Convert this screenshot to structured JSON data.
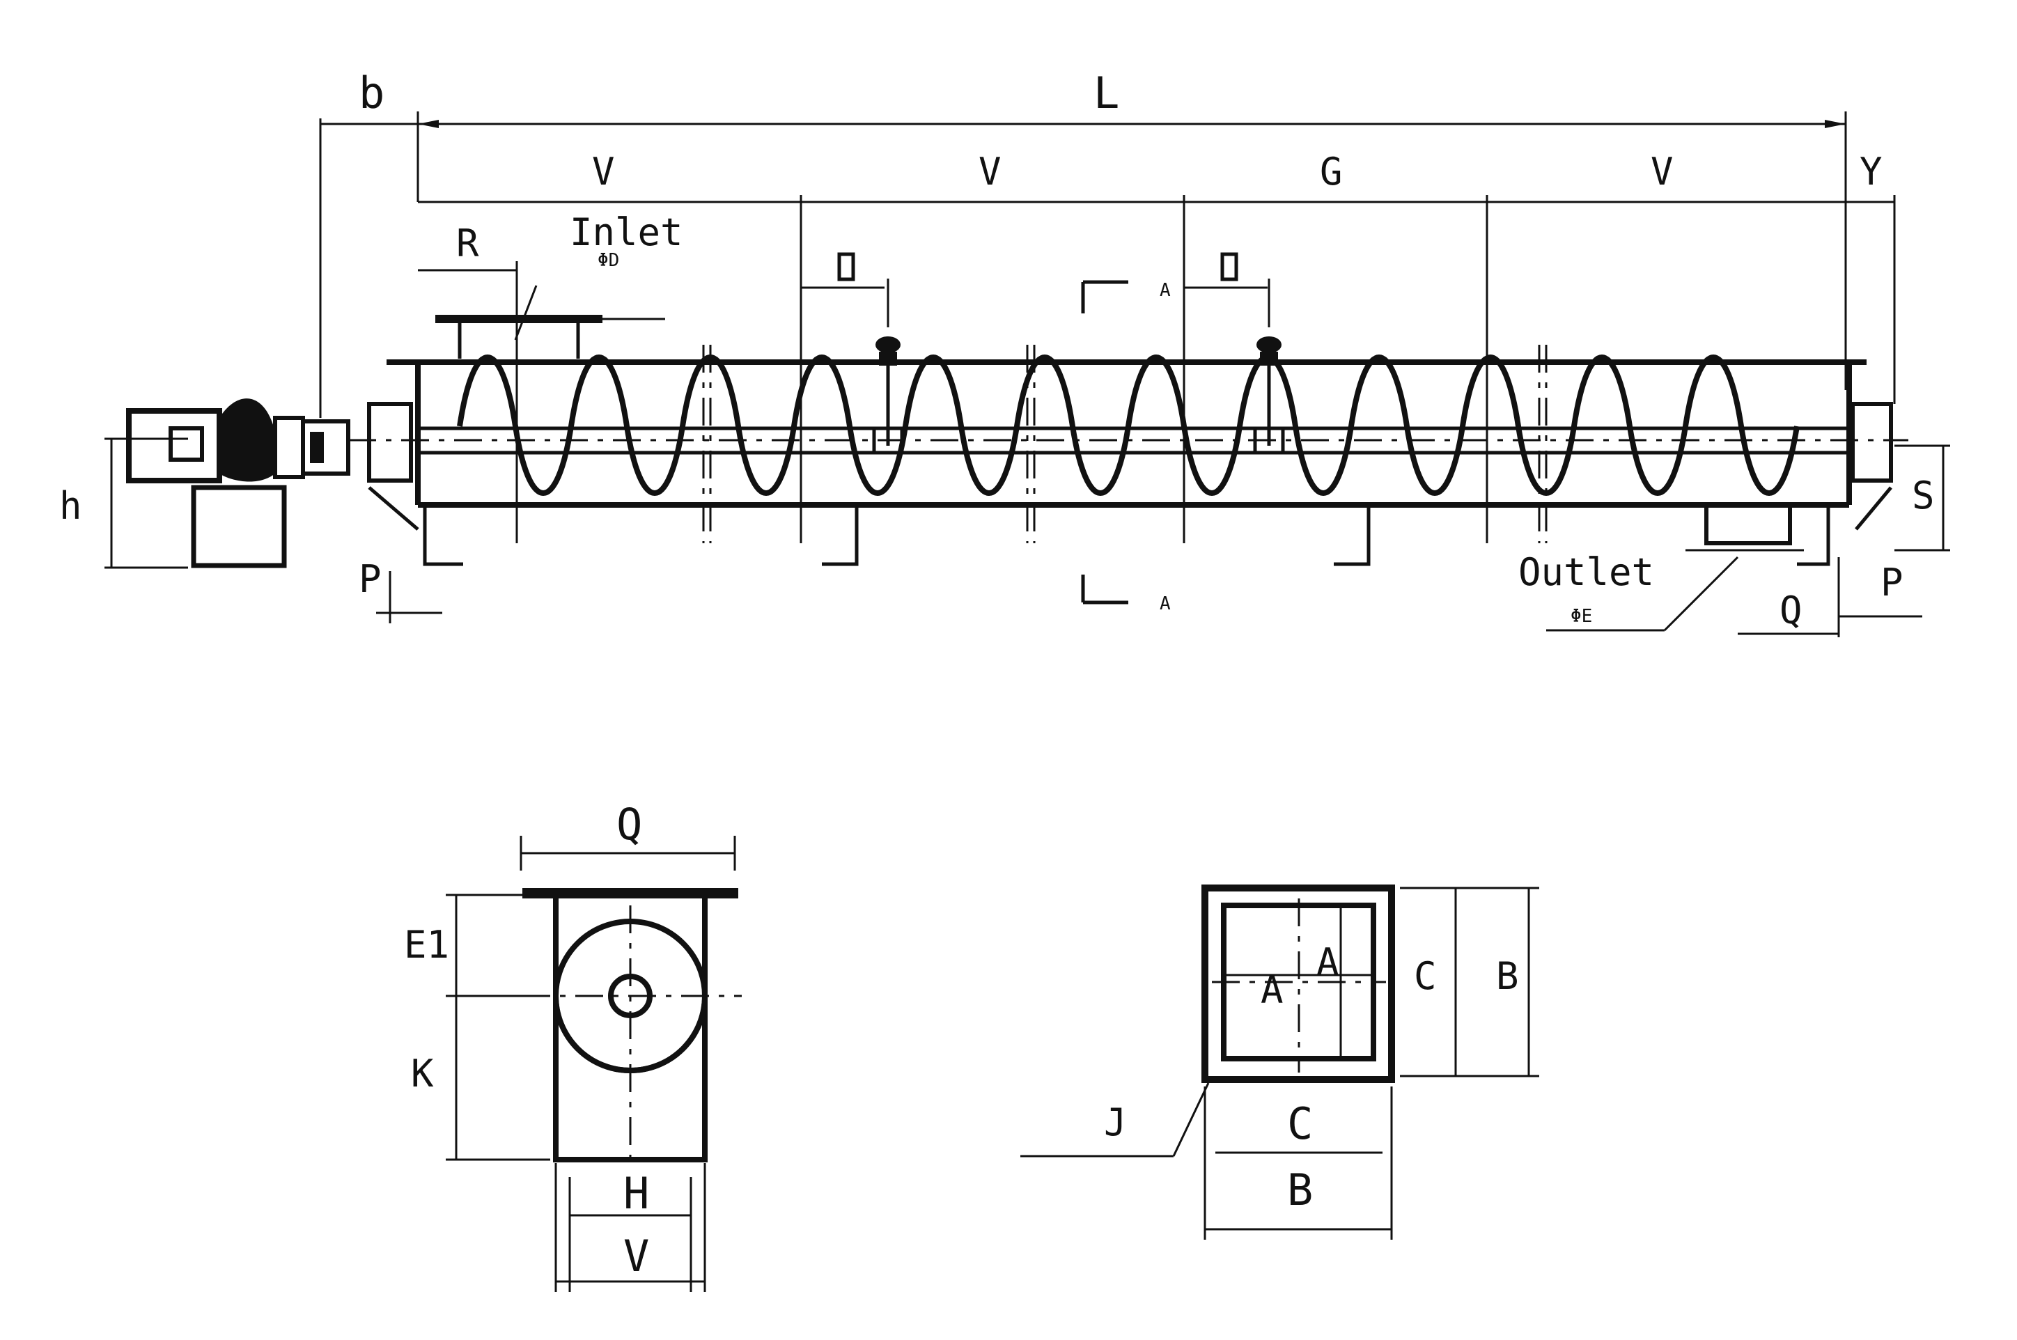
{
  "drawing": {
    "labels": {
      "b": "b",
      "L": "L",
      "A1": "V",
      "A2": "V",
      "G": "G",
      "A3": "V",
      "Y": "Y",
      "R": "R",
      "inlet": "Inlet",
      "inlet_sub": "ΦD",
      "outlet": "Outlet",
      "outlet_sub": "ΦE",
      "h": "h",
      "P_left": "P",
      "Q_right": "Q",
      "P_right": "P",
      "S": "S",
      "section_top": "A",
      "section_bottom": "A",
      "Q_end": "Q",
      "E": "E1",
      "K": "K",
      "H": "H",
      "V": "V",
      "C_top": "C",
      "B_top": "B",
      "A_inner": "A",
      "A_inner2": "A",
      "J": "J",
      "C_bottom": "C",
      "B_bottom": "B"
    }
  }
}
